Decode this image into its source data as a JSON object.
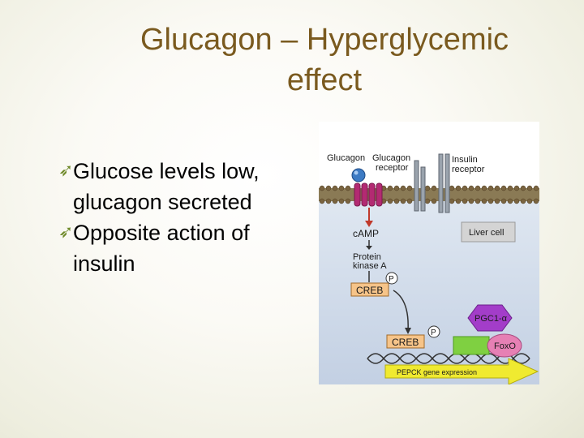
{
  "slide": {
    "title_line1": "Glucagon – Hyperglycemic",
    "title_line2": "effect",
    "bullets": [
      {
        "line1": "Glucose levels low,",
        "line2": "glucagon secreted"
      },
      {
        "line1": "Opposite action of",
        "line2": "insulin"
      }
    ]
  },
  "diagram": {
    "labels": {
      "glucagon": "Glucagon",
      "glucagon_receptor_1": "Glucagon",
      "glucagon_receptor_2": "receptor",
      "insulin_receptor_1": "Insulin",
      "insulin_receptor_2": "receptor",
      "camp": "cAMP",
      "pka_1": "Protein",
      "pka_2": "kinase A",
      "liver_cell": "Liver cell",
      "creb_top": "CREB",
      "creb_bottom": "CREB",
      "phospho_1": "P",
      "phospho_2": "P",
      "pgc1a": "PGC1-α",
      "foxo": "FoxO",
      "pepck": "PEPCK gene expression"
    },
    "colors": {
      "cytoplasm": "#c9d5e6",
      "membrane_band": "#8a7a55",
      "creb_fill": "#f6c489",
      "pgc1a_fill": "#a33dc9",
      "foxo_fill": "#e680b4",
      "green_box": "#7fd041",
      "pepck_arrow": "#f0ea30"
    }
  }
}
